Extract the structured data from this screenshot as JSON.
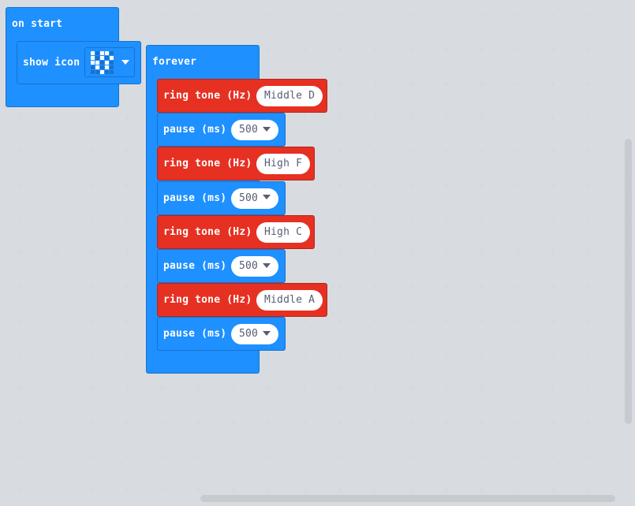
{
  "workspace": {
    "on_start": {
      "label": "on start",
      "show_icon_label": "show icon",
      "icon_leds": [
        [
          1,
          0,
          1,
          1,
          0
        ],
        [
          1,
          0,
          1,
          0,
          1
        ],
        [
          1,
          1,
          0,
          1,
          0
        ],
        [
          0,
          1,
          0,
          1,
          0
        ],
        [
          0,
          0,
          1,
          0,
          0
        ]
      ]
    },
    "forever": {
      "label": "forever",
      "steps": [
        {
          "kind": "ring",
          "label": "ring tone (Hz)",
          "value": "Middle D"
        },
        {
          "kind": "pause",
          "label": "pause (ms)",
          "value": "500"
        },
        {
          "kind": "ring",
          "label": "ring tone (Hz)",
          "value": "High F"
        },
        {
          "kind": "pause",
          "label": "pause (ms)",
          "value": "500"
        },
        {
          "kind": "ring",
          "label": "ring tone (Hz)",
          "value": "High C"
        },
        {
          "kind": "pause",
          "label": "pause (ms)",
          "value": "500"
        },
        {
          "kind": "ring",
          "label": "ring tone (Hz)",
          "value": "Middle A"
        },
        {
          "kind": "pause",
          "label": "pause (ms)",
          "value": "500"
        }
      ]
    }
  },
  "colors": {
    "basic_blue": "#1e90ff",
    "music_red": "#e63022",
    "background": "#eceff1"
  }
}
